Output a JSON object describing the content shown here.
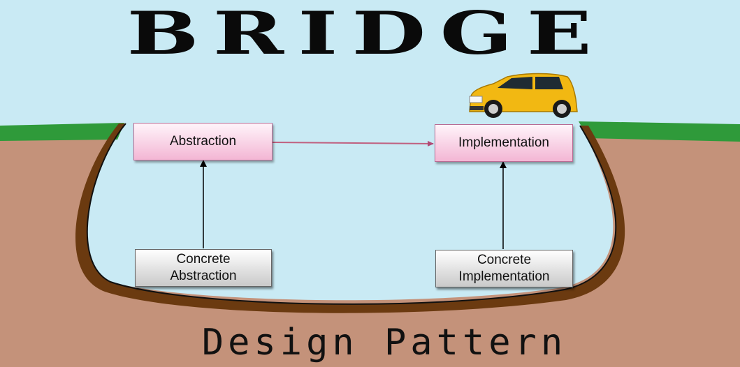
{
  "title": "BRIDGE",
  "subtitle": "Design Pattern",
  "nodes": {
    "abstraction": "Abstraction",
    "implementation": "Implementation",
    "concrete_abstraction": "Concrete\nAbstraction",
    "concrete_implementation": "Concrete\nImplementation"
  },
  "colors": {
    "sky": "#c9eaf4",
    "ground": "#c4927a",
    "grass": "#2f9a3a",
    "valley_edge": "#6b3a10",
    "car_body": "#f2b812",
    "bridge_arrow": "#c0607f"
  },
  "icons": [
    "car-icon"
  ]
}
